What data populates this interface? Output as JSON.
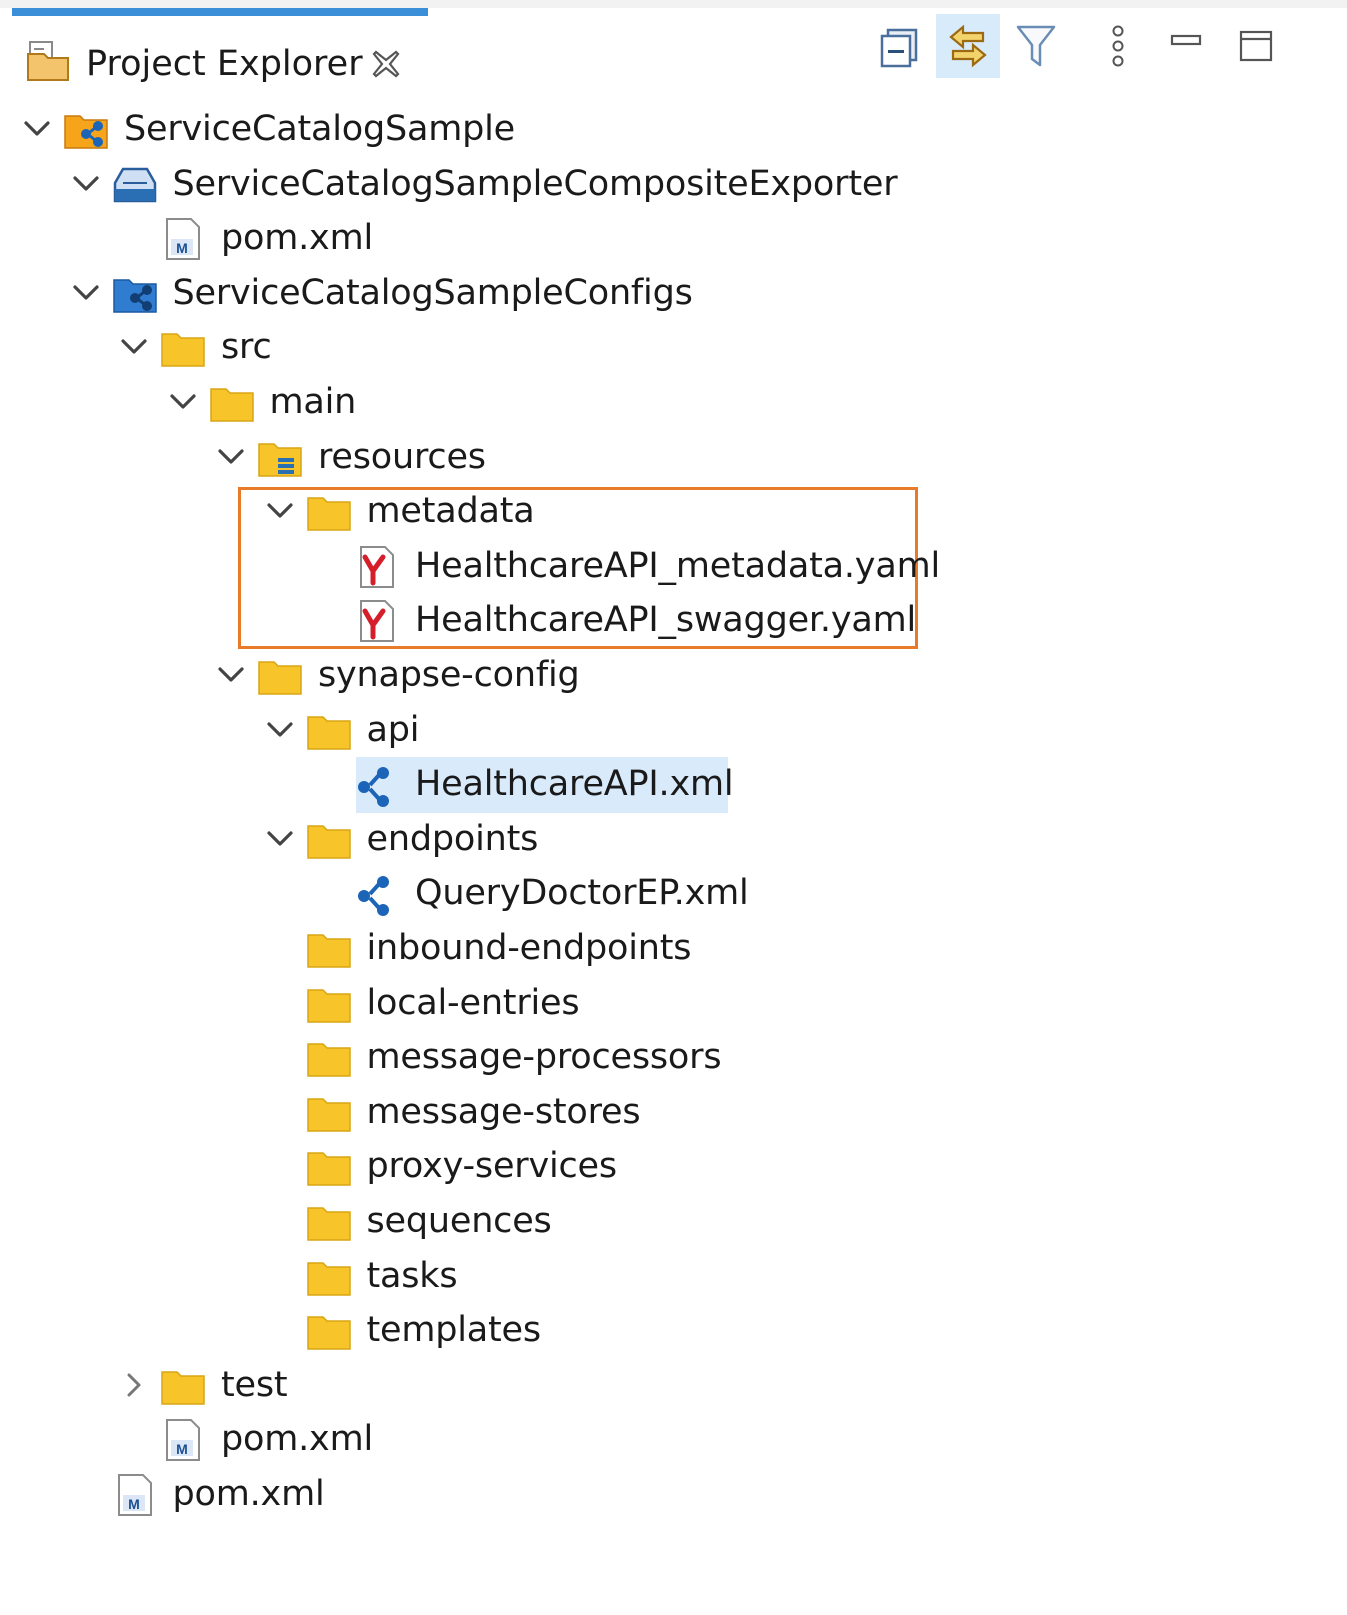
{
  "view": {
    "title": "Project Explorer",
    "colors": {
      "selection": "#d9eafb",
      "highlight_box": "#e87a2a",
      "folder": "#f7c52a",
      "tab_accent": "#3b8fd8"
    }
  },
  "toolbar": [
    {
      "name": "collapse-all-icon"
    },
    {
      "name": "link-with-editor-icon",
      "active": true
    },
    {
      "name": "filter-icon"
    },
    {
      "name": "view-menu-icon"
    },
    {
      "name": "minimize-icon"
    },
    {
      "name": "maximize-icon"
    }
  ],
  "tree": [
    {
      "label": "ServiceCatalogSample",
      "icon": "integration-project-icon",
      "depth": 0,
      "expanded": true
    },
    {
      "label": "ServiceCatalogSampleCompositeExporter",
      "icon": "composite-exporter-icon",
      "depth": 1,
      "expanded": true
    },
    {
      "label": "pom.xml",
      "icon": "maven-file-icon",
      "depth": 2
    },
    {
      "label": "ServiceCatalogSampleConfigs",
      "icon": "config-project-icon",
      "depth": 1,
      "expanded": true
    },
    {
      "label": "src",
      "icon": "folder-icon",
      "depth": 2,
      "expanded": true
    },
    {
      "label": "main",
      "icon": "folder-icon",
      "depth": 3,
      "expanded": true
    },
    {
      "label": "resources",
      "icon": "resource-folder-icon",
      "depth": 4,
      "expanded": true
    },
    {
      "label": "metadata",
      "icon": "folder-icon",
      "depth": 5,
      "expanded": true
    },
    {
      "label": "HealthcareAPI_metadata.yaml",
      "icon": "yaml-file-icon",
      "depth": 6
    },
    {
      "label": "HealthcareAPI_swagger.yaml",
      "icon": "yaml-file-icon",
      "depth": 6
    },
    {
      "label": "synapse-config",
      "icon": "folder-icon",
      "depth": 4,
      "expanded": true
    },
    {
      "label": "api",
      "icon": "folder-icon",
      "depth": 5,
      "expanded": true
    },
    {
      "label": "HealthcareAPI.xml",
      "icon": "synapse-artifact-icon",
      "depth": 6,
      "selected": true
    },
    {
      "label": "endpoints",
      "icon": "folder-icon",
      "depth": 5,
      "expanded": true
    },
    {
      "label": "QueryDoctorEP.xml",
      "icon": "synapse-artifact-icon",
      "depth": 6
    },
    {
      "label": "inbound-endpoints",
      "icon": "folder-icon",
      "depth": 5
    },
    {
      "label": "local-entries",
      "icon": "folder-icon",
      "depth": 5
    },
    {
      "label": "message-processors",
      "icon": "folder-icon",
      "depth": 5
    },
    {
      "label": "message-stores",
      "icon": "folder-icon",
      "depth": 5
    },
    {
      "label": "proxy-services",
      "icon": "folder-icon",
      "depth": 5
    },
    {
      "label": "sequences",
      "icon": "folder-icon",
      "depth": 5
    },
    {
      "label": "tasks",
      "icon": "folder-icon",
      "depth": 5
    },
    {
      "label": "templates",
      "icon": "folder-icon",
      "depth": 5
    },
    {
      "label": "test",
      "icon": "folder-icon",
      "depth": 2,
      "expanded": false
    },
    {
      "label": "pom.xml",
      "icon": "maven-file-icon",
      "depth": 2
    },
    {
      "label": "pom.xml",
      "icon": "maven-file-icon",
      "depth": 1
    }
  ]
}
